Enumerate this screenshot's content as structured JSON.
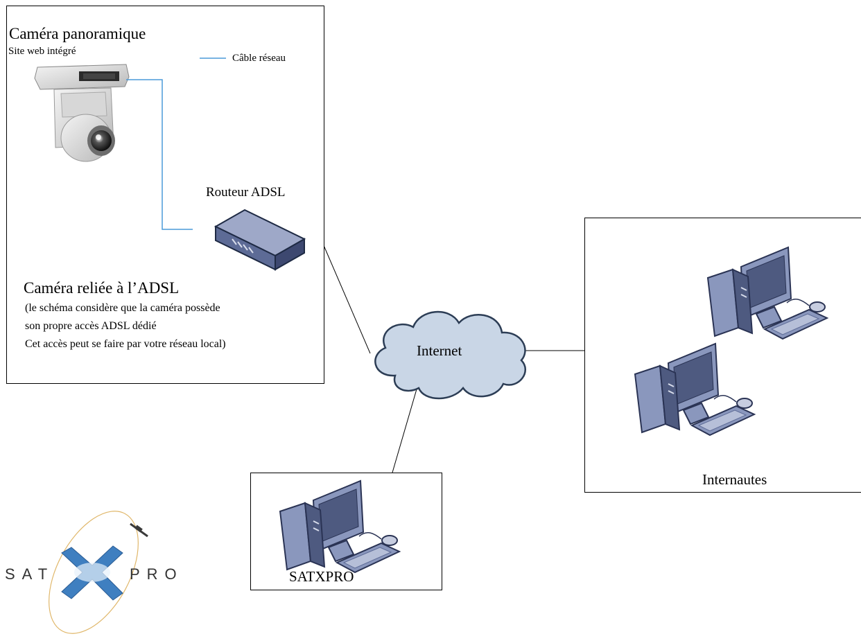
{
  "camera_box": {
    "title": "Caméra panoramique",
    "subtitle": "Site web intégré",
    "legend_label": "Câble réseau",
    "router_label": "Routeur ADSL",
    "caption_title": "Caméra reliée à l’ADSL",
    "caption_lines": [
      "(le schéma considère que la caméra possède",
      "son propre accès ADSL dédié",
      "Cet accès peut se faire par votre réseau local)"
    ]
  },
  "internet": {
    "label": "Internet"
  },
  "internautes_box": {
    "label": "Internautes"
  },
  "satxpro_box": {
    "label": "SATXPRO"
  },
  "logo": {
    "left_text": "SAT",
    "right_text": "PRO",
    "center_letter": "X"
  },
  "colors": {
    "cable": "#4a9ad8",
    "cloud_fill": "#c9d6e6",
    "cloud_stroke": "#2c3d55",
    "pc_body": "#8a97bd",
    "pc_dark": "#4e5a80",
    "logo_blue": "#3f7fc0"
  }
}
